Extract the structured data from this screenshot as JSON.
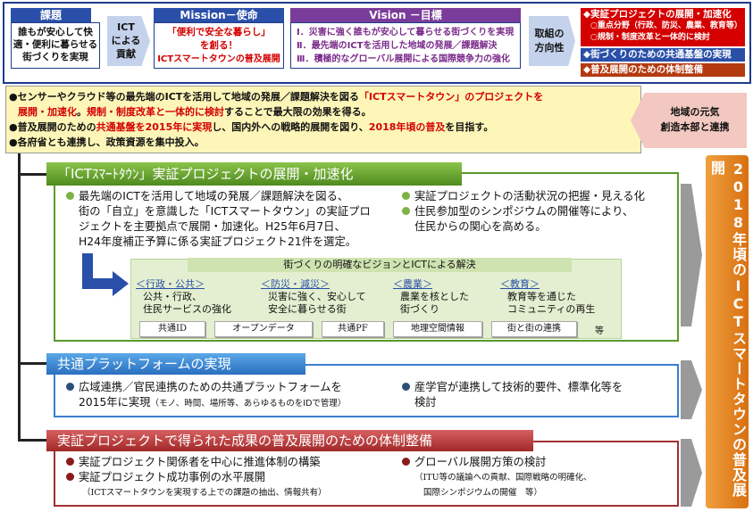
{
  "top": {
    "kadai_label": "課題",
    "kadai_text": [
      "誰もが安心して快",
      "適・便利に暮らせる",
      "街づくりを実現"
    ],
    "ict_label": [
      "ICT",
      "による",
      "貢献"
    ],
    "mission_label": "Mission－使命",
    "mission_text": [
      "「便利で安全な暮らし」",
      "を創る！",
      "ICTスマートタウンの普及展開"
    ],
    "vision_label": "Vision －目標",
    "vision_items": [
      "Ⅰ．災害に強く誰もが安心して暮らせる街づくりを実現",
      "Ⅱ．最先端のICTを活用した地域の発展／課題解決",
      "Ⅲ．積極的なグローバル展開による国際競争力の強化"
    ],
    "direction_label": [
      "取組の",
      "方向性"
    ],
    "directions": [
      {
        "title": "◆実証プロジェクトの展開・加速化",
        "sub": [
          "○重点分野（行政、防災、農業、教育等）",
          "○規制・制度改革と一体的に検討"
        ]
      },
      {
        "title": "◆街づくりのための共通基盤の実現"
      },
      {
        "title": "◆普及展開のための体制整備"
      }
    ]
  },
  "summary": {
    "b1a": "●センサーやクラウド等の最先端のICTを活用して地域の発展／課題解決を図る",
    "b1b": "「ICTスマートタウン」のプロジェクトを",
    "b1c": "展開・加速化",
    "b1d": "。",
    "b1e": "規制・制度改革と一体的に検討",
    "b1f": "することで最大限の効果を得る。",
    "b2a": "●普及展開のための",
    "b2b": "共通基盤を2015年に実現",
    "b2c": "し、国内外への戦略的展開を図り、",
    "b2d": "2018年頃の普及",
    "b2e": "を目指す。",
    "b3": "●各府省とも連携し、政策資源を集中投入。",
    "side_note": [
      "地域の元気",
      "創造本部と連携"
    ]
  },
  "sec1": {
    "title": "「ICTｽﾏｰﾄﾀｳﾝ」実証プロジェクトの展開・加速化",
    "left": [
      "最先端のICTを活用して地域の発展／課題解決を図る、",
      "街の「自立」を意識した「ICTスマートタウン」の実証プロ",
      "ジェクトを主要拠点で展開・加速化。H25年6月7日、",
      "H24年度補正予算に係る実証プロジェクト21件を選定。"
    ],
    "right": [
      "実証プロジェクトの活動状況の把握・見える化",
      "住民参加型のシンポジウムの開催等により、",
      "住民からの関心を高める。"
    ],
    "vision": "街づくりの明確なビジョンとICTによる解決",
    "fields": [
      {
        "head": "＜行政・公共＞",
        "body": [
          "公共・行政、",
          "住民サービスの強化"
        ]
      },
      {
        "head": "＜防災・減災＞",
        "body": [
          "災害に強く、安心して",
          "安全に暮らせる街"
        ]
      },
      {
        "head": "＜農業＞",
        "body": [
          "農業を核とした",
          "街づくり"
        ]
      },
      {
        "head": "＜教育＞",
        "body": [
          "教育等を通じた",
          "コミュニティの再生"
        ]
      }
    ],
    "pills": [
      "共通ID",
      "オープンデータ",
      "共通PF",
      "地理空間情報",
      "街と街の連携"
    ],
    "etc": "等"
  },
  "sec2": {
    "title": "共通プラットフォームの実現",
    "left": [
      "広域連携／官民連携のための共通プラットフォームを",
      "2015年に実現"
    ],
    "left_small": "（モノ、時間、場所等、あらゆるものをIDで管理）",
    "right": [
      "産学官が連携して技術的要件、標準化等を",
      "検討"
    ]
  },
  "sec3": {
    "title": "実証プロジェクトで得られた成果の普及展開のための体制整備",
    "left": [
      "実証プロジェクト関係者を中心に推進体制の構築",
      "実証プロジェクト成功事例の水平展開"
    ],
    "left_small": "（ICTスマートタウンを実現する上での課題の抽出、情報共有）",
    "right": "グローバル展開方策の検討",
    "right_small": [
      "（ITU等の議論への貢献、国際戦略の明確化、",
      "国際シンポジウムの開催　等）"
    ]
  },
  "goal": "2018年頃のICTスマートタウンの普及展開"
}
